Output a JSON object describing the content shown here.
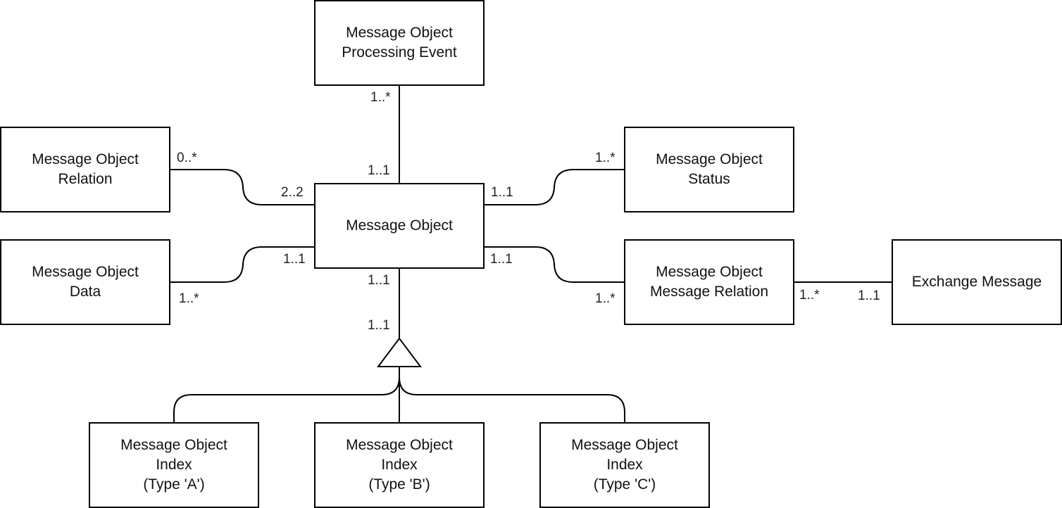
{
  "entities": {
    "processing_event": [
      "Message Object",
      "Processing Event"
    ],
    "relation": [
      "Message Object",
      "Relation"
    ],
    "status": [
      "Message Object",
      "Status"
    ],
    "message_object": [
      "Message Object"
    ],
    "data": [
      "Message Object",
      "Data"
    ],
    "message_relation": [
      "Message Object",
      "Message Relation"
    ],
    "exchange_message": [
      "Exchange Message"
    ],
    "index_a": [
      "Message Object",
      "Index",
      "(Type 'A')"
    ],
    "index_b": [
      "Message Object",
      "Index",
      "(Type 'B')"
    ],
    "index_c": [
      "Message Object",
      "Index",
      "(Type 'C')"
    ]
  },
  "multiplicities": {
    "processing_event_end": "1..*",
    "processing_event_mo_end": "1..1",
    "relation_end": "0..*",
    "relation_mo_end": "2..2",
    "status_mo_end": "1..1",
    "status_end": "1..*",
    "data_mo_end": "1..1",
    "data_end": "1..*",
    "message_relation_mo_end": "1..1",
    "message_relation_end": "1..*",
    "mr_exchange_mr_end": "1..*",
    "mr_exchange_em_end": "1..1",
    "index_mo_end": "1..1",
    "index_end": "1..1"
  },
  "colors": {
    "stroke": "#000000",
    "background": "#ffffff",
    "text": "#111111"
  }
}
